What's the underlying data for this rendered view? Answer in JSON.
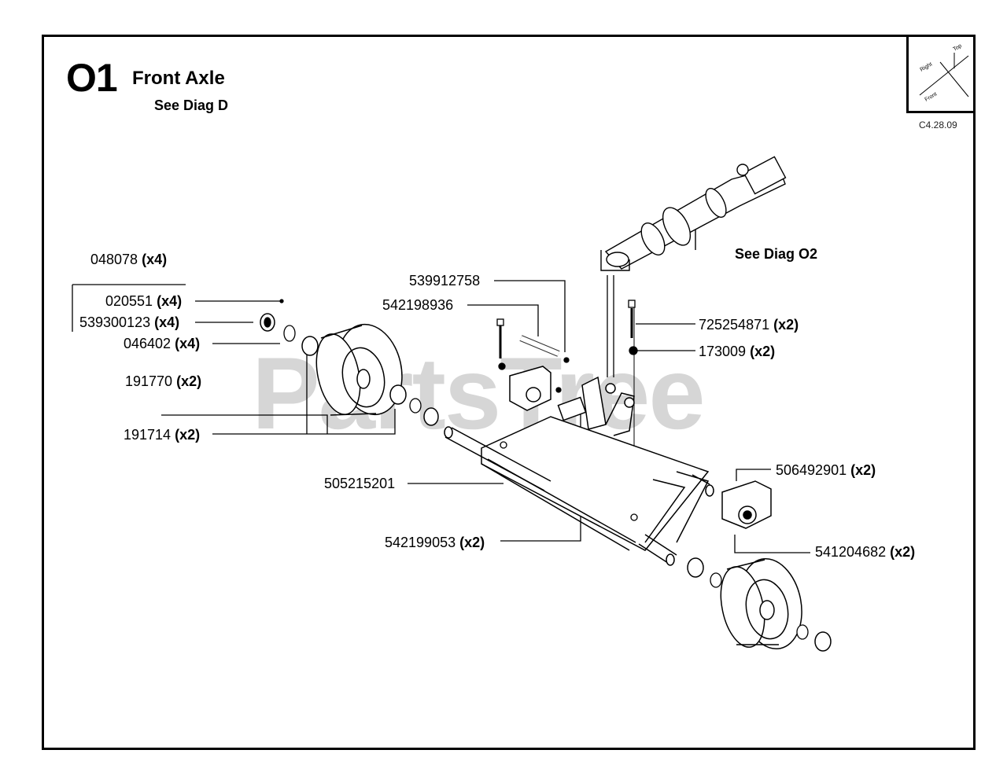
{
  "header": {
    "diagram_code": "O1",
    "title": "Front Axle",
    "subtitle": "See Diag D",
    "date_code": "C4.28.09"
  },
  "orientation": {
    "top": "Top",
    "right": "Right",
    "front": "Front"
  },
  "see_diag": "See Diag O2",
  "watermark": "PartsTree",
  "parts": [
    {
      "number": "048078",
      "qty": "(x4)"
    },
    {
      "number": "020551",
      "qty": "(x4)"
    },
    {
      "number": "539300123",
      "qty": "(x4)"
    },
    {
      "number": "046402",
      "qty": "(x4)"
    },
    {
      "number": "191770",
      "qty": "(x2)"
    },
    {
      "number": "191714",
      "qty": "(x2)"
    },
    {
      "number": "539912758",
      "qty": ""
    },
    {
      "number": "542198936",
      "qty": ""
    },
    {
      "number": "505215201",
      "qty": ""
    },
    {
      "number": "542199053",
      "qty": "(x2)"
    },
    {
      "number": "725254871",
      "qty": "(x2)"
    },
    {
      "number": "173009",
      "qty": "(x2)"
    },
    {
      "number": "506492901",
      "qty": "(x2)"
    },
    {
      "number": "541204682",
      "qty": "(x2)"
    }
  ]
}
